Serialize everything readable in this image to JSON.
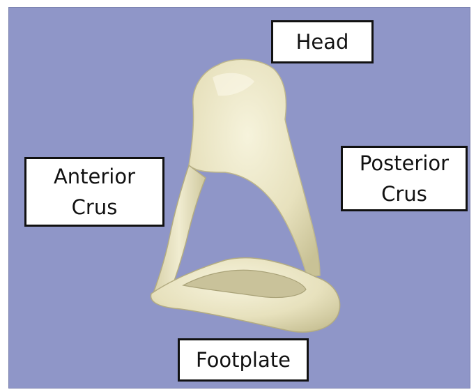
{
  "labels": {
    "head": "Head",
    "anterior_line1": "Anterior",
    "anterior_line2": "Crus",
    "posterior_line1": "Posterior",
    "posterior_line2": "Crus",
    "footplate": "Footplate"
  },
  "colors": {
    "background": "#8f96c8",
    "bone": "#ede8c6",
    "bone_shadow": "#b9b28a",
    "label_border": "#111111",
    "label_fill": "#ffffff"
  }
}
